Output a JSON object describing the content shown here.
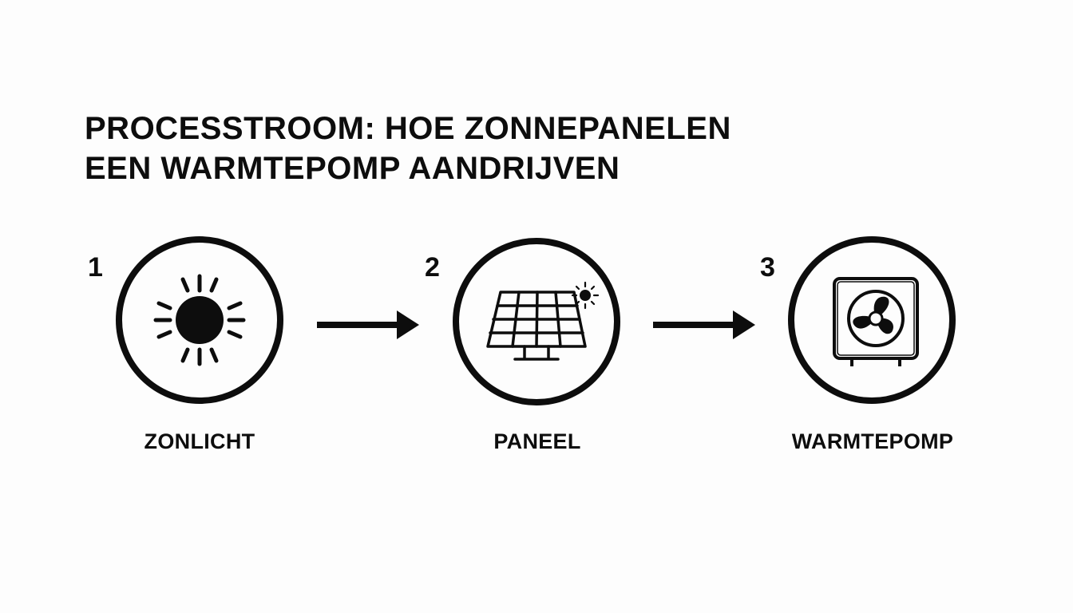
{
  "title": {
    "line1": "PROCESSTROOM: HOE ZONNEPANELEN",
    "line2": "EEN WARMTEPOMP AANDRIJVEN"
  },
  "steps": [
    {
      "number": "1",
      "label": "ZONLICHT",
      "icon": "sun-icon"
    },
    {
      "number": "2",
      "label": "PANEEL",
      "icon": "solar-panel-icon"
    },
    {
      "number": "3",
      "label": "WARMTEPOMP",
      "icon": "heat-pump-icon"
    }
  ],
  "connectors": [
    "arrow-right-icon",
    "arrow-right-icon"
  ],
  "colors": {
    "ink": "#0d0d0d",
    "background": "#fdfdfd"
  }
}
